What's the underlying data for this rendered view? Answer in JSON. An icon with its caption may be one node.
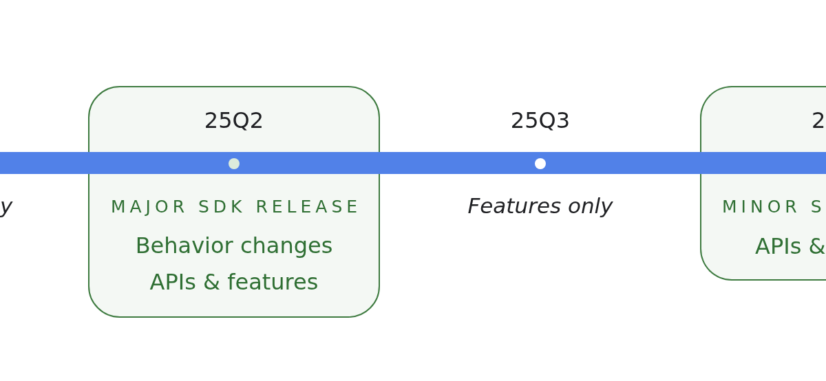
{
  "diagram": {
    "nodes": [
      {
        "text": [
          "25Q2",
          "MAJOR SDK RELEASE",
          "Behavior changes",
          "APIs & features"
        ]
      },
      {
        "text": [
          "2",
          "MINOR S",
          "APIs &"
        ]
      }
    ],
    "labels": [
      "y",
      "25Q3",
      "Features only"
    ]
  }
}
